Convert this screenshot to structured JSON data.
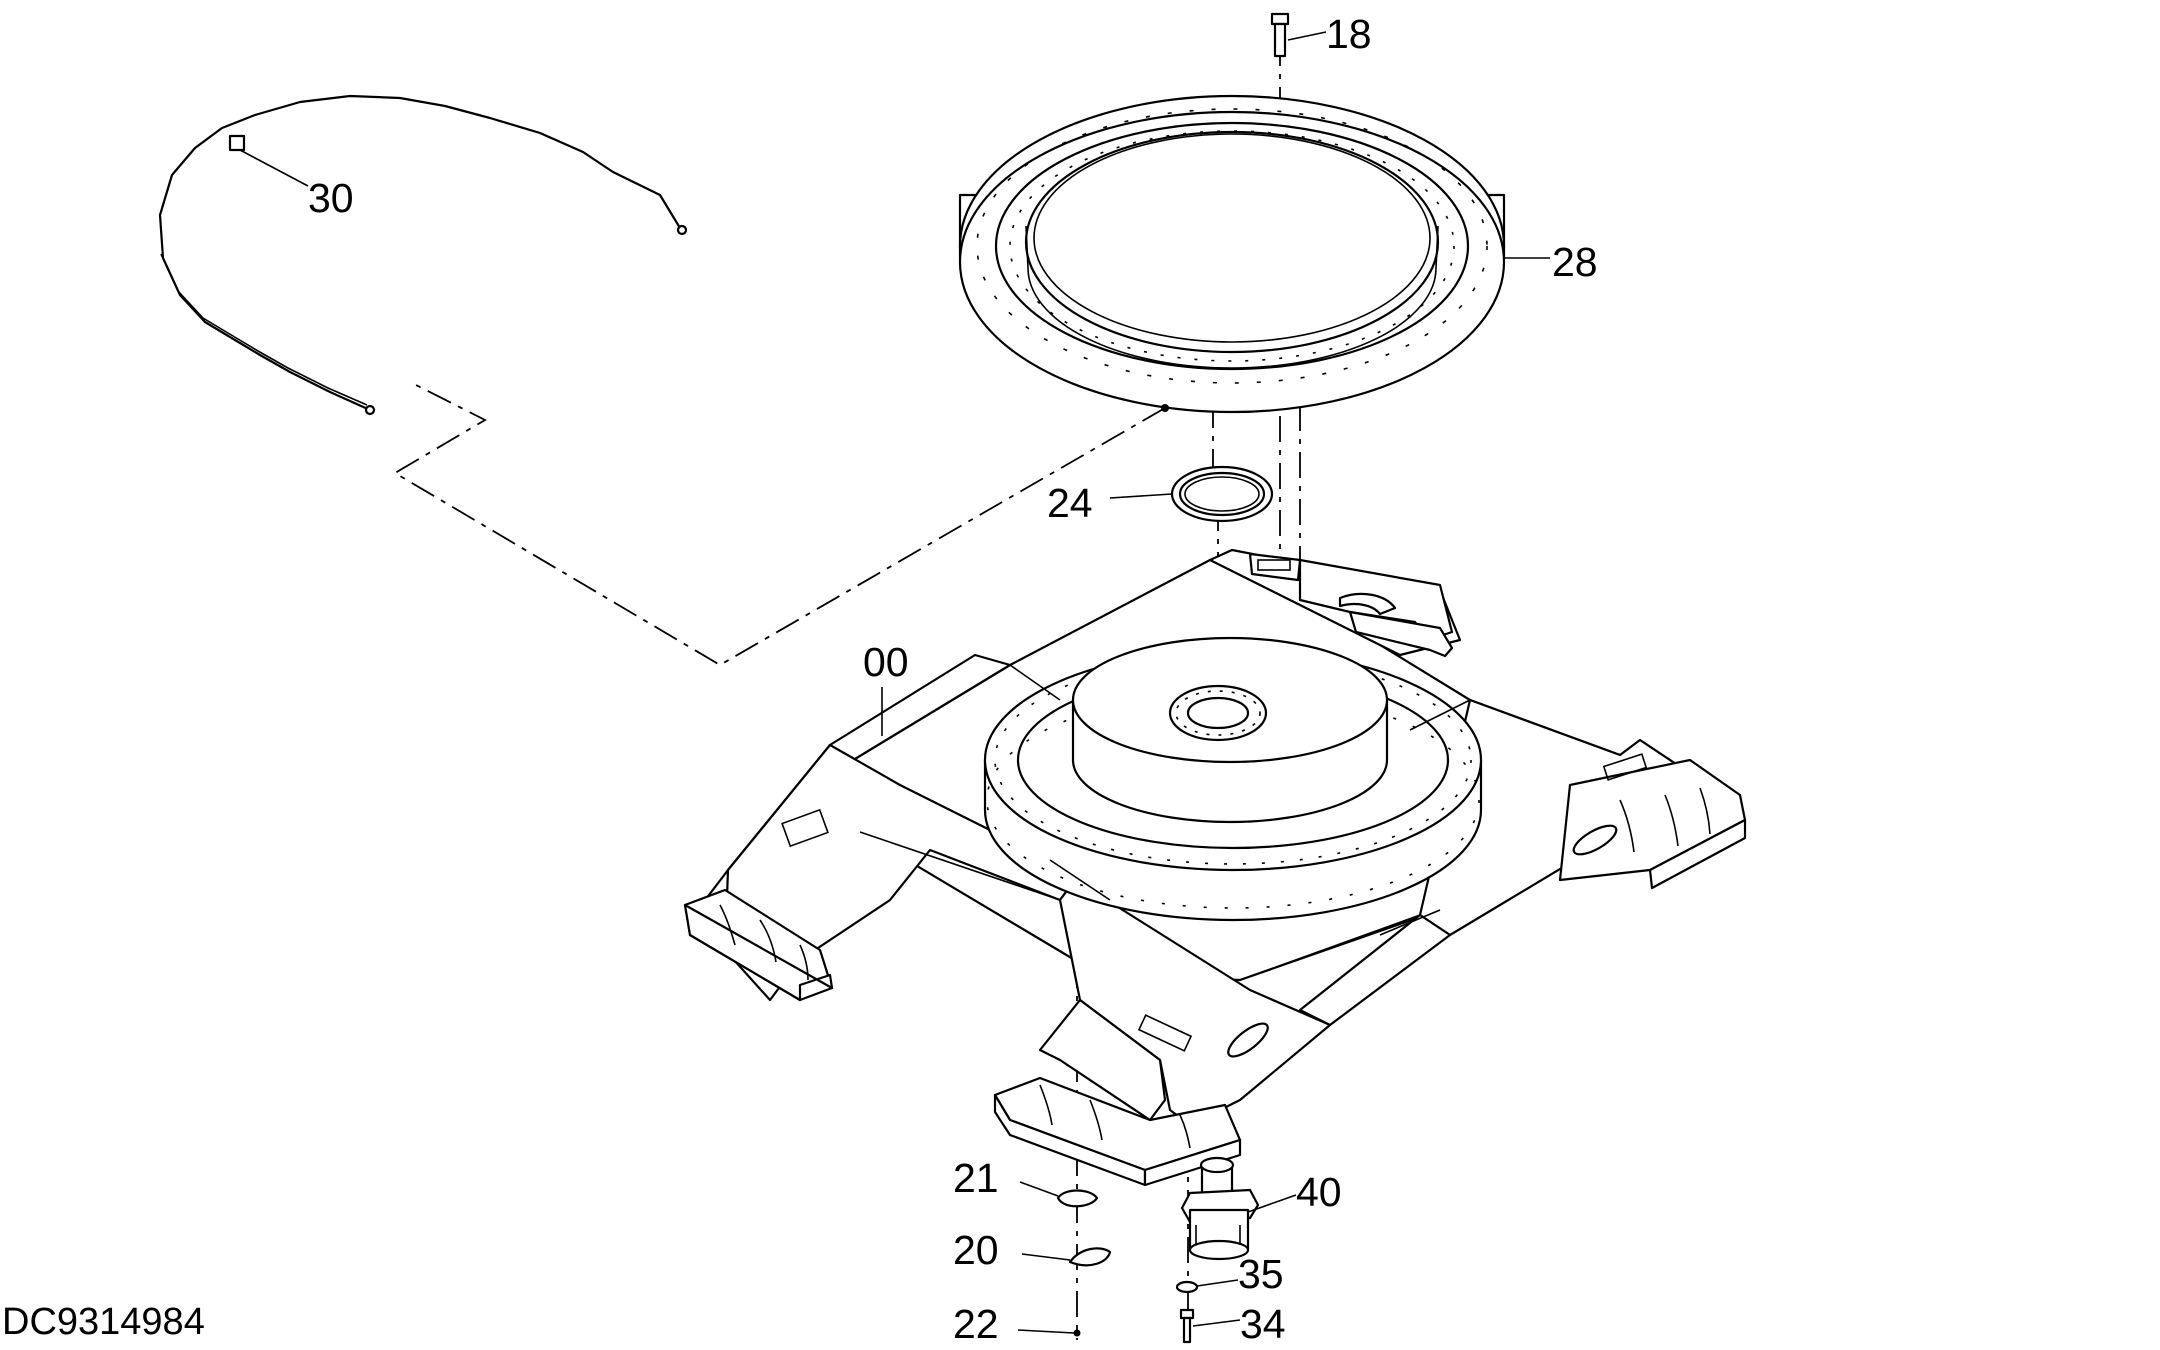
{
  "document_id": "DC9314984",
  "parts": [
    {
      "number": "18",
      "component": "bolt"
    },
    {
      "number": "28",
      "component": "swing bearing ring"
    },
    {
      "number": "30",
      "component": "grease hose"
    },
    {
      "number": "24",
      "component": "seal ring"
    },
    {
      "number": "00",
      "component": "undercarriage frame"
    },
    {
      "number": "21",
      "component": "gasket"
    },
    {
      "number": "20",
      "component": "cover plate"
    },
    {
      "number": "22",
      "component": "bolt"
    },
    {
      "number": "40",
      "component": "center joint"
    },
    {
      "number": "35",
      "component": "washer"
    },
    {
      "number": "34",
      "component": "bolt"
    }
  ]
}
